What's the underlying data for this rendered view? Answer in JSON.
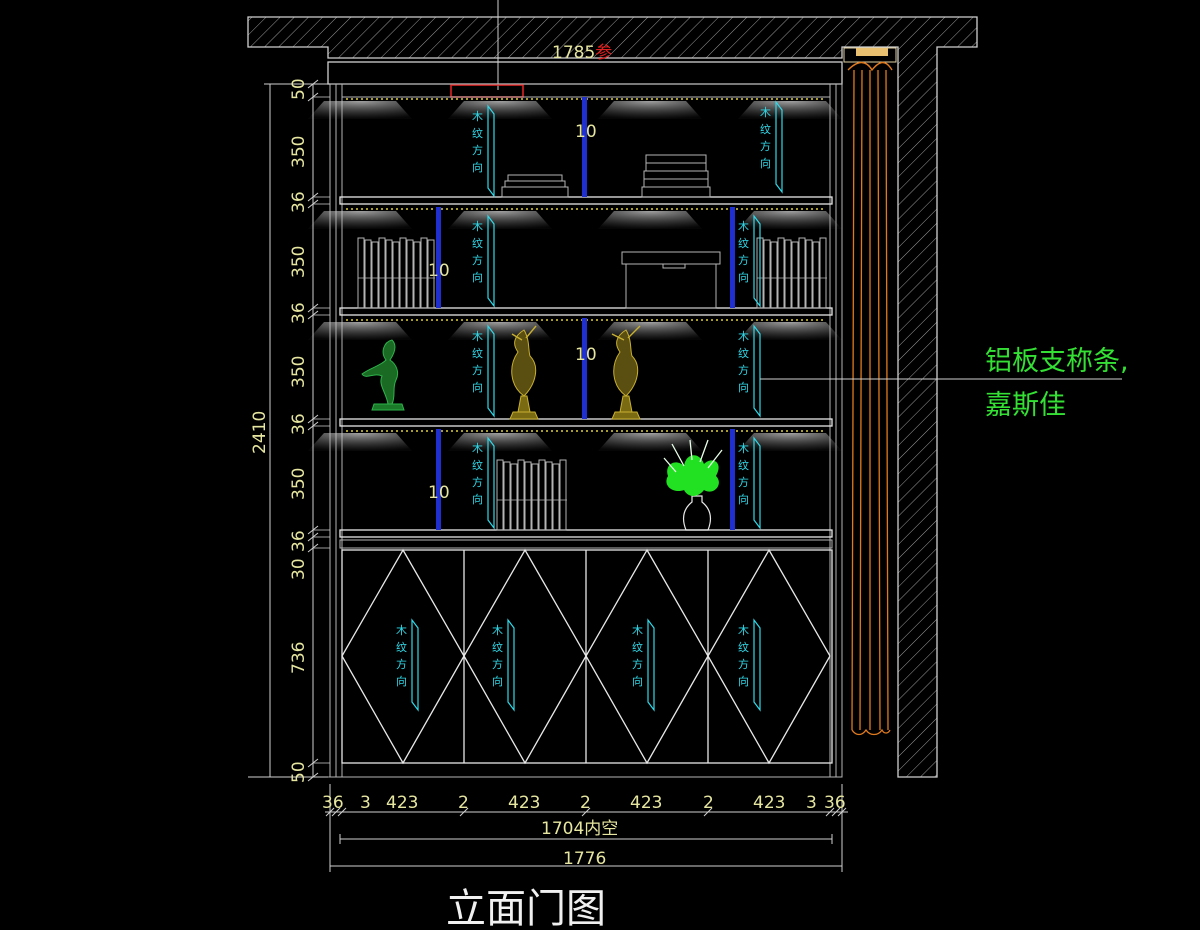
{
  "drawing": {
    "title": "立面门图",
    "top_dimension": "1785",
    "top_dimension_suffix": "参",
    "overall_height": "2410",
    "vertical_dims": [
      "50",
      "350",
      "36",
      "350",
      "36",
      "350",
      "36",
      "350",
      "30",
      "36",
      "736",
      "50"
    ],
    "bottom_dims": [
      "36",
      "3",
      "423",
      "2",
      "423",
      "2",
      "423",
      "2",
      "423",
      "3",
      "36"
    ],
    "inner_width": "1704内空",
    "overall_width": "1776",
    "divider_labels": [
      "10",
      "10",
      "10",
      "10"
    ],
    "grain_label": [
      "木",
      "纹",
      "方",
      "向"
    ],
    "note": {
      "line1": "铝板支称条,",
      "line2": "嘉斯佳"
    }
  },
  "colors": {
    "background": "#000000",
    "dimension_text": "#e6e6a0",
    "grain_direction": "#30d8e8",
    "note_text": "#33e033",
    "curtain": "#e07a1e",
    "divider": "#2030d0",
    "plant": "#22e022",
    "figurine": "#c8b030",
    "light_strip": "#e0d040",
    "marker": "#e02020"
  }
}
